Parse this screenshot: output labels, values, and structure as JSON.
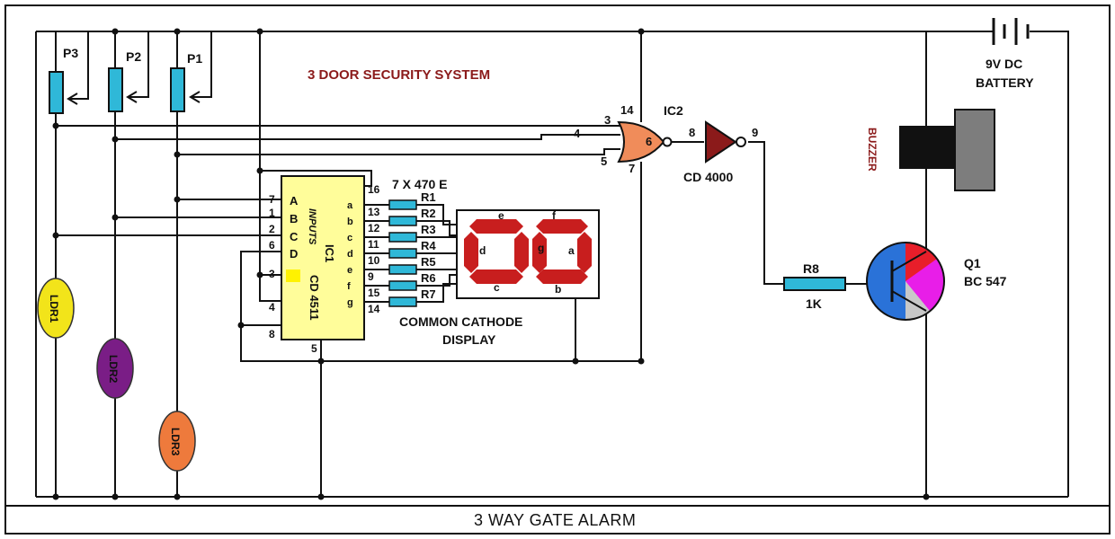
{
  "title": "3 WAY GATE ALARM",
  "subtitle": "3 DOOR SECURITY SYSTEM",
  "pots": [
    "P3",
    "P2",
    "P1"
  ],
  "ldrs": [
    "LDR1",
    "LDR2",
    "LDR3"
  ],
  "ic2": {
    "name": "IC2",
    "part": "CD 4000",
    "pins": {
      "p3": "3",
      "p14": "14",
      "p4": "4",
      "p5": "5",
      "p6": "6",
      "p7": "7",
      "p8": "8",
      "p9": "9"
    }
  },
  "ic1": {
    "name": "IC1",
    "part": "CD 4511",
    "inputs_label": "INPUTS",
    "inputs": [
      "A",
      "B",
      "C",
      "D"
    ],
    "left_pins": [
      "7",
      "1",
      "2",
      "6",
      "3",
      "4",
      "8"
    ],
    "bottom_pin": "5",
    "right_pins": [
      "16",
      "13",
      "12",
      "11",
      "10",
      "9",
      "15",
      "14"
    ],
    "outputs": [
      "a",
      "b",
      "c",
      "d",
      "e",
      "f",
      "g"
    ]
  },
  "resistor_bank": {
    "label": "7 X 470 E",
    "names": [
      "R1",
      "R2",
      "R3",
      "R4",
      "R5",
      "R6",
      "R7"
    ]
  },
  "display": {
    "segments": [
      "e",
      "f",
      "d",
      "g",
      "a",
      "c",
      "b"
    ],
    "caption_line1": "COMMON CATHODE",
    "caption_line2": "DISPLAY"
  },
  "battery": {
    "line1": "9V DC",
    "line2": "BATTERY"
  },
  "buzzer": "BUZZER",
  "r8": {
    "name": "R8",
    "value": "1K"
  },
  "q1": {
    "name": "Q1",
    "part": "BC 547"
  },
  "colors": {
    "component_fill": "#2fb8d8",
    "ldr1": "#f2e41a",
    "ldr2": "#7a1d86",
    "ldr3": "#ee7a3c",
    "nor_gate": "#f08c5a",
    "inverter": "#8b1a1a",
    "ic1_fill": "#fffd9a",
    "segments": "#c81e1e",
    "label_red": "#8b1a1a",
    "buzzer_body": "#7d7d7d",
    "transistor_blue": "#2a72d8",
    "transistor_red": "#e81e2a",
    "transistor_magenta": "#e81ee8",
    "transistor_grey": "#c8c8c8"
  }
}
